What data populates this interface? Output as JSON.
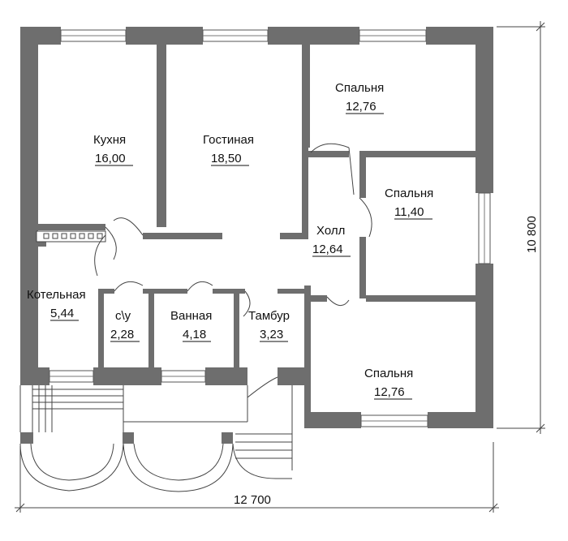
{
  "rooms": [
    {
      "id": "kitchen",
      "name": "Кухня",
      "area": "16,00"
    },
    {
      "id": "living",
      "name": "Гостиная",
      "area": "18,50"
    },
    {
      "id": "bedroom1",
      "name": "Спальня",
      "area": "12,76"
    },
    {
      "id": "bedroom2",
      "name": "Спальня",
      "area": "11,40"
    },
    {
      "id": "hall",
      "name": "Холл",
      "area": "12,64"
    },
    {
      "id": "boiler",
      "name": "Котельная",
      "area": "5,44"
    },
    {
      "id": "wc",
      "name": "с\\у",
      "area": "2,28"
    },
    {
      "id": "bath",
      "name": "Ванная",
      "area": "4,18"
    },
    {
      "id": "vestibule",
      "name": "Тамбур",
      "area": "3,23"
    },
    {
      "id": "bedroom3",
      "name": "Спальня",
      "area": "12,76"
    }
  ],
  "dimensions": {
    "width": "12 700",
    "height": "10 800"
  },
  "colors": {
    "wall": "#6e6e6e",
    "background": "#ffffff",
    "text": "#111111"
  }
}
